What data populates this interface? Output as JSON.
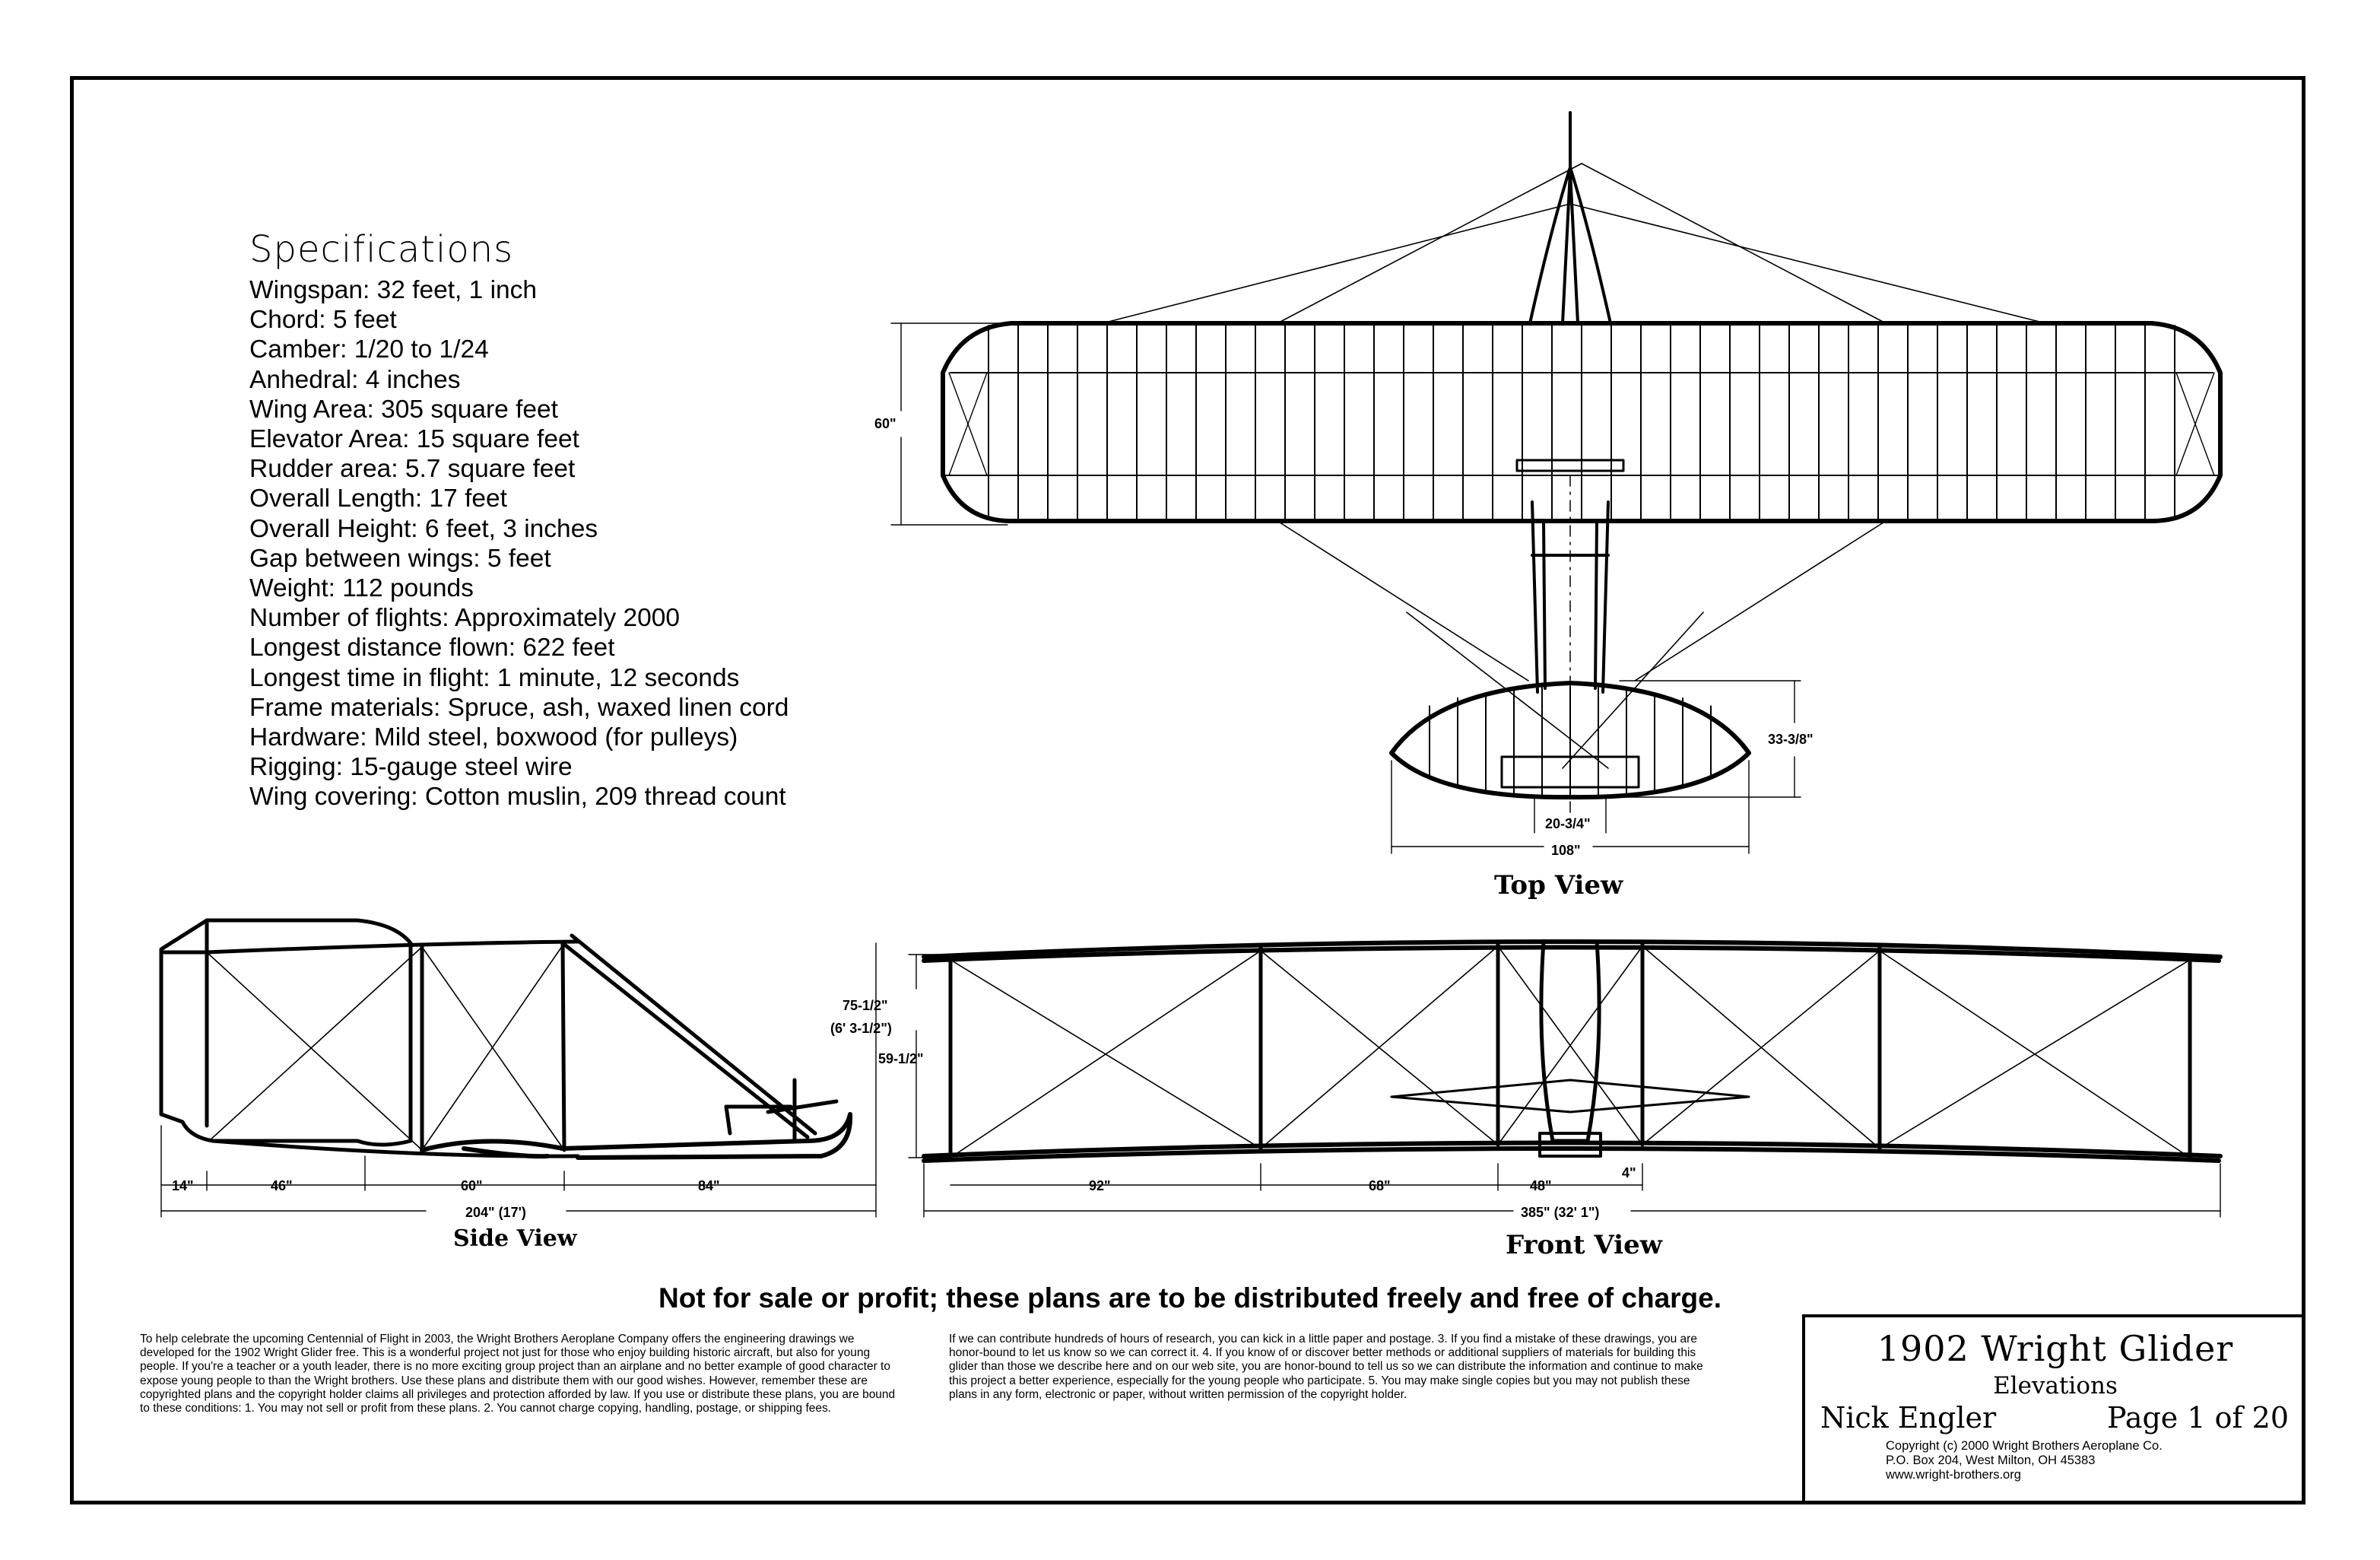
{
  "specifications": {
    "title": "Specifications",
    "items": [
      "Wingspan: 32 feet, 1 inch",
      "Chord: 5 feet",
      "Camber: 1/20 to 1/24",
      "Anhedral: 4 inches",
      "Wing Area: 305 square feet",
      "Elevator Area: 15 square feet",
      "Rudder area: 5.7 square feet",
      "Overall Length: 17 feet",
      "Overall Height: 6 feet, 3 inches",
      "Gap between wings: 5 feet",
      "Weight: 112 pounds",
      "Number of flights: Approximately 2000",
      "Longest distance flown: 622 feet",
      "Longest time in flight: 1 minute, 12 seconds",
      "Frame materials: Spruce, ash, waxed linen cord",
      "Hardware: Mild steel, boxwood (for pulleys)",
      "Rigging: 15-gauge steel wire",
      "Wing covering: Cotton muslin, 209 thread count"
    ]
  },
  "views": {
    "top": {
      "label": "Top View",
      "dims": {
        "wing_chord": "60\"",
        "elevator_chord": "33-3/8\"",
        "elevator_center": "20-3/4\"",
        "elevator_span": "108\""
      }
    },
    "side": {
      "label": "Side View",
      "dims": {
        "d1": "14\"",
        "d2": "46\"",
        "d3": "60\"",
        "d4": "84\"",
        "total": "204\" (17')"
      }
    },
    "front": {
      "label": "Front View",
      "dims": {
        "height_total": "75-1/2\"",
        "height_total_ft": "(6' 3-1/2\")",
        "gap": "59-1/2\"",
        "d1": "92\"",
        "d2": "68\"",
        "d3": "48\"",
        "d4": "4\"",
        "total": "385\" (32' 1\")"
      }
    }
  },
  "notice": "Not for sale or profit; these plans are to be distributed freely and free of charge.",
  "paragraph_left": "To help celebrate the upcoming Centennial of Flight in 2003, the Wright Brothers Aeroplane Company offers the engineering drawings we developed for the 1902 Wright Glider free. This is a wonderful project not just for those who enjoy building historic aircraft, but also for young people. If you're a teacher or a youth leader, there is no more exciting group project than an airplane and no better example of good character to expose young people to than the Wright brothers. Use these plans and distribute them with our good wishes. However, remember these are copyrighted plans and the copyright holder claims all privileges and protection afforded by law. If you use or distribute these plans, you are bound to these conditions: 1. You may not sell or profit from these plans. 2. You cannot charge copying, handling, postage, or shipping fees.",
  "paragraph_right": "If we can contribute hundreds of hours of research, you can kick in a little paper and postage. 3. If you find a mistake of these drawings, you are honor-bound to let us know so we can correct it. 4. If you know of or discover better methods or additional suppliers of materials for building this glider than those we describe here and on our web site, you are honor-bound to tell us so we can distribute the information and continue to make this project a better experience, especially for the young people who participate. 5. You may make single copies but you may not publish these plans in any form, electronic or paper, without written permission of the copyright holder.",
  "title_block": {
    "title": "1902 Wright Glider",
    "subtitle": "Elevations",
    "author": "Nick Engler",
    "page": "Page 1 of 20",
    "copyright": "Copyright  (c) 2000 Wright Brothers Aeroplane Co.",
    "address": "P.O. Box 204, West Milton, OH  45383",
    "website": "www.wright-brothers.org"
  }
}
